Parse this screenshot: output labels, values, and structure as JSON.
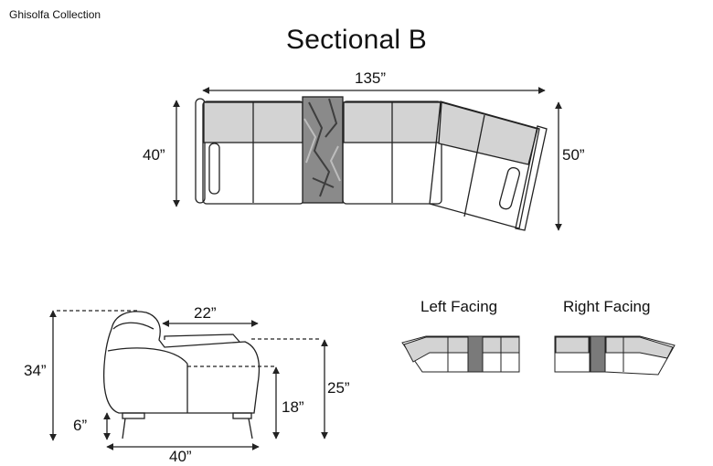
{
  "header": {
    "brand": "Ghisolfa Collection",
    "title": "Sectional B"
  },
  "dimensions": {
    "overall_width": "135”",
    "left_depth": "40”",
    "right_depth": "50”",
    "seat_depth": "22”",
    "total_height": "34”",
    "arm_height": "25”",
    "seat_height": "18”",
    "leg_height": "6”",
    "side_depth": "40”"
  },
  "variants": {
    "left_label": "Left Facing",
    "right_label": "Right Facing"
  },
  "colors": {
    "line": "#222222",
    "cushion_fill": "#d3d3d3",
    "marble": "#6b6b6b"
  }
}
